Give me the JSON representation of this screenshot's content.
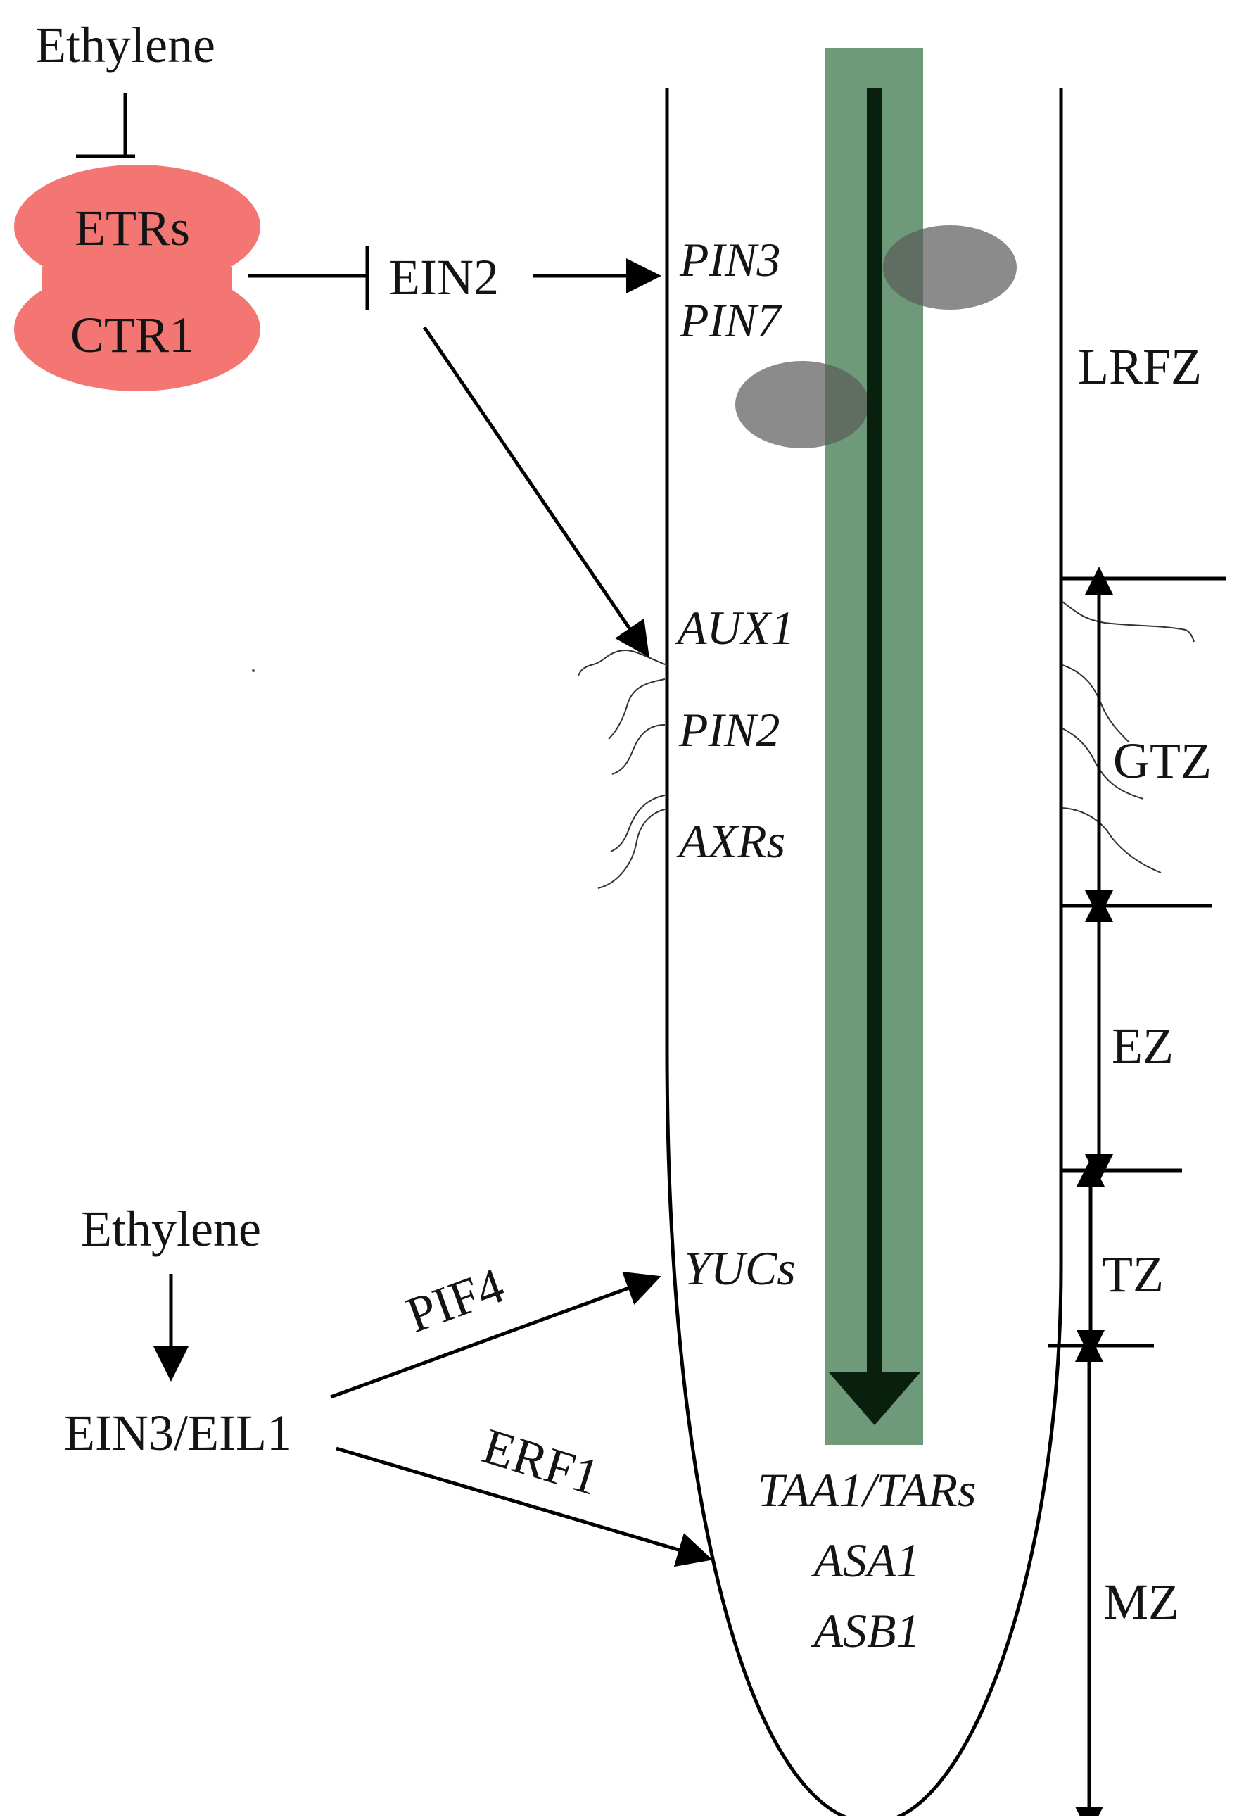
{
  "signaling": {
    "ethylene_top": "Ethylene",
    "receptor_upper": "ETRs",
    "receptor_lower": "CTR1",
    "ein2": "EIN2",
    "ethylene_bottom": "Ethylene",
    "ein3": "EIN3/EIL1",
    "pif4": "PIF4",
    "erf1": "ERF1"
  },
  "genes": {
    "pin3": "PIN3",
    "pin7": "PIN7",
    "aux1": "AUX1",
    "pin2": "PIN2",
    "axrs": "AXRs",
    "yucs": "YUCs",
    "taa1": "TAA1/TARs",
    "asa1": "ASA1",
    "asb1": "ASB1"
  },
  "zones": {
    "lrfz": "LRFZ",
    "gtz": "GTZ",
    "ez": "EZ",
    "tz": "TZ",
    "mz": "MZ"
  },
  "colors": {
    "receptor_fill": "#f47673",
    "stele_fill": "#6e9a7a",
    "auxin_arrow": "#0a200f",
    "carrier_fill": "#5a5a5a"
  }
}
